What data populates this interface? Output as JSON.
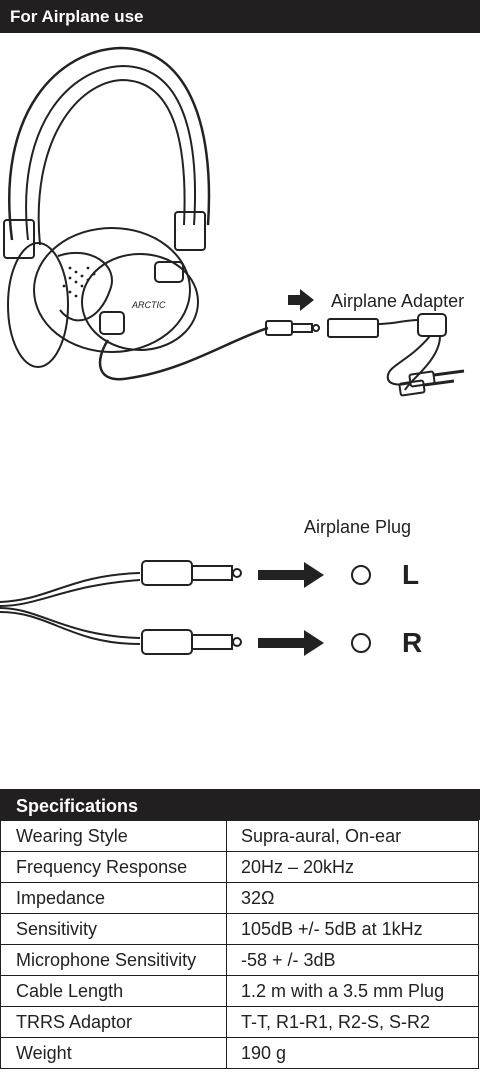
{
  "header": {
    "title": "For Airplane use"
  },
  "figure1": {
    "adapter_label": "Airplane Adapter",
    "brand": "ARCTIC"
  },
  "figure2": {
    "plug_label": "Airplane Plug",
    "left_label": "L",
    "right_label": "R"
  },
  "specs": {
    "title": "Specifications",
    "rows": [
      {
        "key": "Wearing Style",
        "value": "Supra-aural, On-ear"
      },
      {
        "key": "Frequency Response",
        "value": "20Hz – 20kHz"
      },
      {
        "key": "Impedance",
        "value": "32Ω"
      },
      {
        "key": "Sensitivity",
        "value": "105dB +/- 5dB at 1kHz"
      },
      {
        "key": "Microphone Sensitivity",
        "value": "-58 + /- 3dB"
      },
      {
        "key": "Cable Length",
        "value": "1.2 m with a 3.5 mm Plug"
      },
      {
        "key": "TRRS Adaptor",
        "value": "T-T, R1-R1, R2-S, S-R2"
      },
      {
        "key": "Weight",
        "value": "190 g"
      }
    ]
  }
}
